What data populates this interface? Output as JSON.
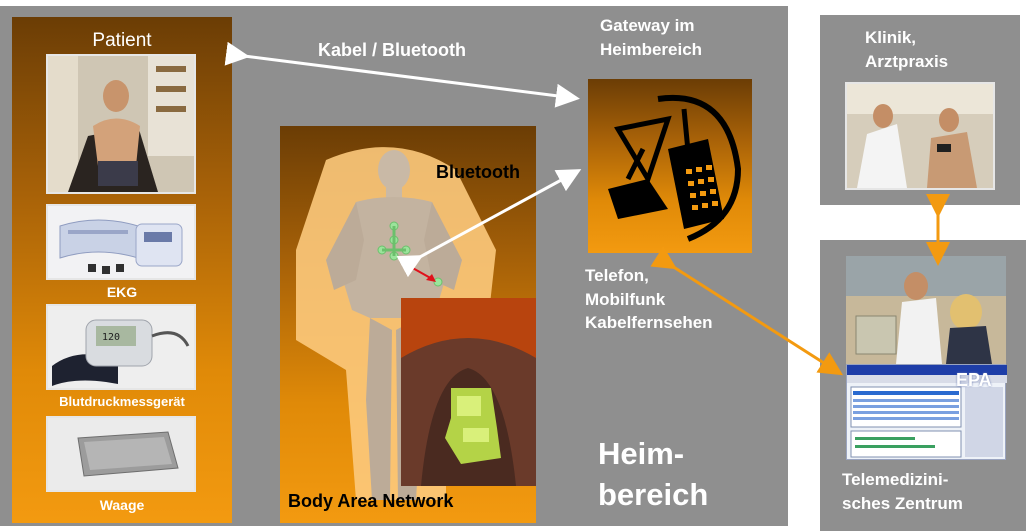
{
  "colors": {
    "panel_gray": "#8f8f8f",
    "orange": "#f39a10",
    "white": "#ffffff",
    "arrow_orange": "#f39a10",
    "arrow_red": "#e0101a"
  },
  "patient": {
    "title": "Patient",
    "devices": [
      {
        "label": "EKG",
        "icon": "ekg-device-icon"
      },
      {
        "label": "Blutdruckmessgerät",
        "icon": "blood-pressure-monitor-icon"
      },
      {
        "label": "Waage",
        "icon": "scale-icon"
      }
    ]
  },
  "body_area_network": {
    "label": "Body Area Network"
  },
  "links": {
    "cable_bluetooth": "Kabel / Bluetooth",
    "bluetooth": "Bluetooth"
  },
  "gateway": {
    "title_line1": "Gateway im",
    "title_line2": "Heimbereich",
    "icon": "satellite-phone-icon",
    "channels_line1": "Telefon,",
    "channels_line2": "Mobilfunk",
    "channels_line3": "Kabelfernsehen"
  },
  "home": {
    "line1": "Heim-",
    "line2": "bereich"
  },
  "clinic": {
    "line1": "Klinik,",
    "line2": "Arztpraxis"
  },
  "telemedicine": {
    "epa": "EPA",
    "line1": "Telemedizini-",
    "line2": "sches Zentrum"
  }
}
